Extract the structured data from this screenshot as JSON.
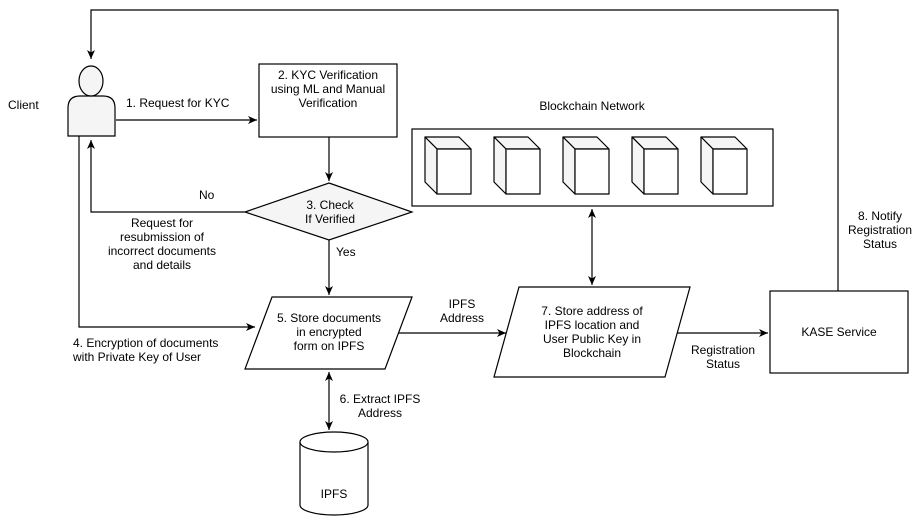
{
  "client": {
    "label": "Client"
  },
  "step1": {
    "label": "1. Request for KYC"
  },
  "step2": {
    "lines": [
      "2. KYC Verification",
      "using ML and Manual",
      "Verification"
    ]
  },
  "step3": {
    "lines": [
      "3. Check",
      "If Verified"
    ]
  },
  "no_label": "No",
  "yes_label": "Yes",
  "resubmission": {
    "lines": [
      "Request for",
      "resubmission of",
      "incorrect documents",
      "and details"
    ]
  },
  "step4": {
    "lines": [
      "4. Encryption of documents",
      "with Private Key of User"
    ]
  },
  "step5": {
    "lines": [
      "5. Store documents",
      "in encrypted",
      "form on IPFS"
    ]
  },
  "step6": {
    "lines": [
      "6. Extract IPFS",
      "Address"
    ]
  },
  "ipfs_db": {
    "label": "IPFS"
  },
  "ipfs_address": {
    "lines": [
      "IPFS",
      "Address"
    ]
  },
  "step7": {
    "lines": [
      "7. Store address of",
      "IPFS location and",
      "User Public Key in",
      "Blockchain"
    ]
  },
  "blockchain": {
    "label": "Blockchain Network",
    "block_count": 5
  },
  "registration_status": {
    "lines": [
      "Registration",
      "Status"
    ]
  },
  "kase": {
    "label": "KASE Service"
  },
  "step8": {
    "lines": [
      "8. Notify",
      "Registration",
      "Status"
    ]
  },
  "colors": {
    "stroke": "#000000",
    "diamond_fill": "#f5f5f5",
    "fill": "#ffffff"
  }
}
